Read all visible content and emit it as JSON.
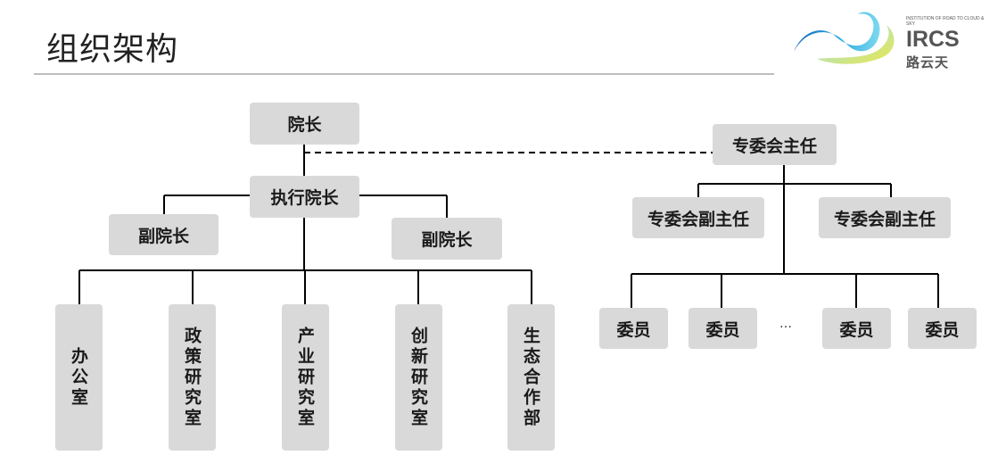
{
  "page": {
    "title": "组织架构"
  },
  "logo": {
    "small_text": "INSTITUTION OF ROAD TO CLOUD & SKY",
    "acronym": "IRCS",
    "chinese_name": "路云天"
  },
  "org": {
    "president": "院长",
    "executive_president": "执行院长",
    "vice_president_left": "副院长",
    "vice_president_right": "副院长",
    "departments": [
      "办公室",
      "政策研究室",
      "产业研究室",
      "创新研究室",
      "生态合作部"
    ],
    "committee_chair": "专委会主任",
    "committee_vice_chair_left": "专委会副主任",
    "committee_vice_chair_right": "专委会副主任",
    "members": [
      "委员",
      "委员",
      "委员",
      "委员"
    ],
    "ellipsis": "…"
  },
  "colors": {
    "box_fill": "#d9d9d9",
    "line": "#000000",
    "logo_blue": "#1e7fd0",
    "logo_cyan": "#39c6e6",
    "logo_yellow": "#e9e24a"
  }
}
